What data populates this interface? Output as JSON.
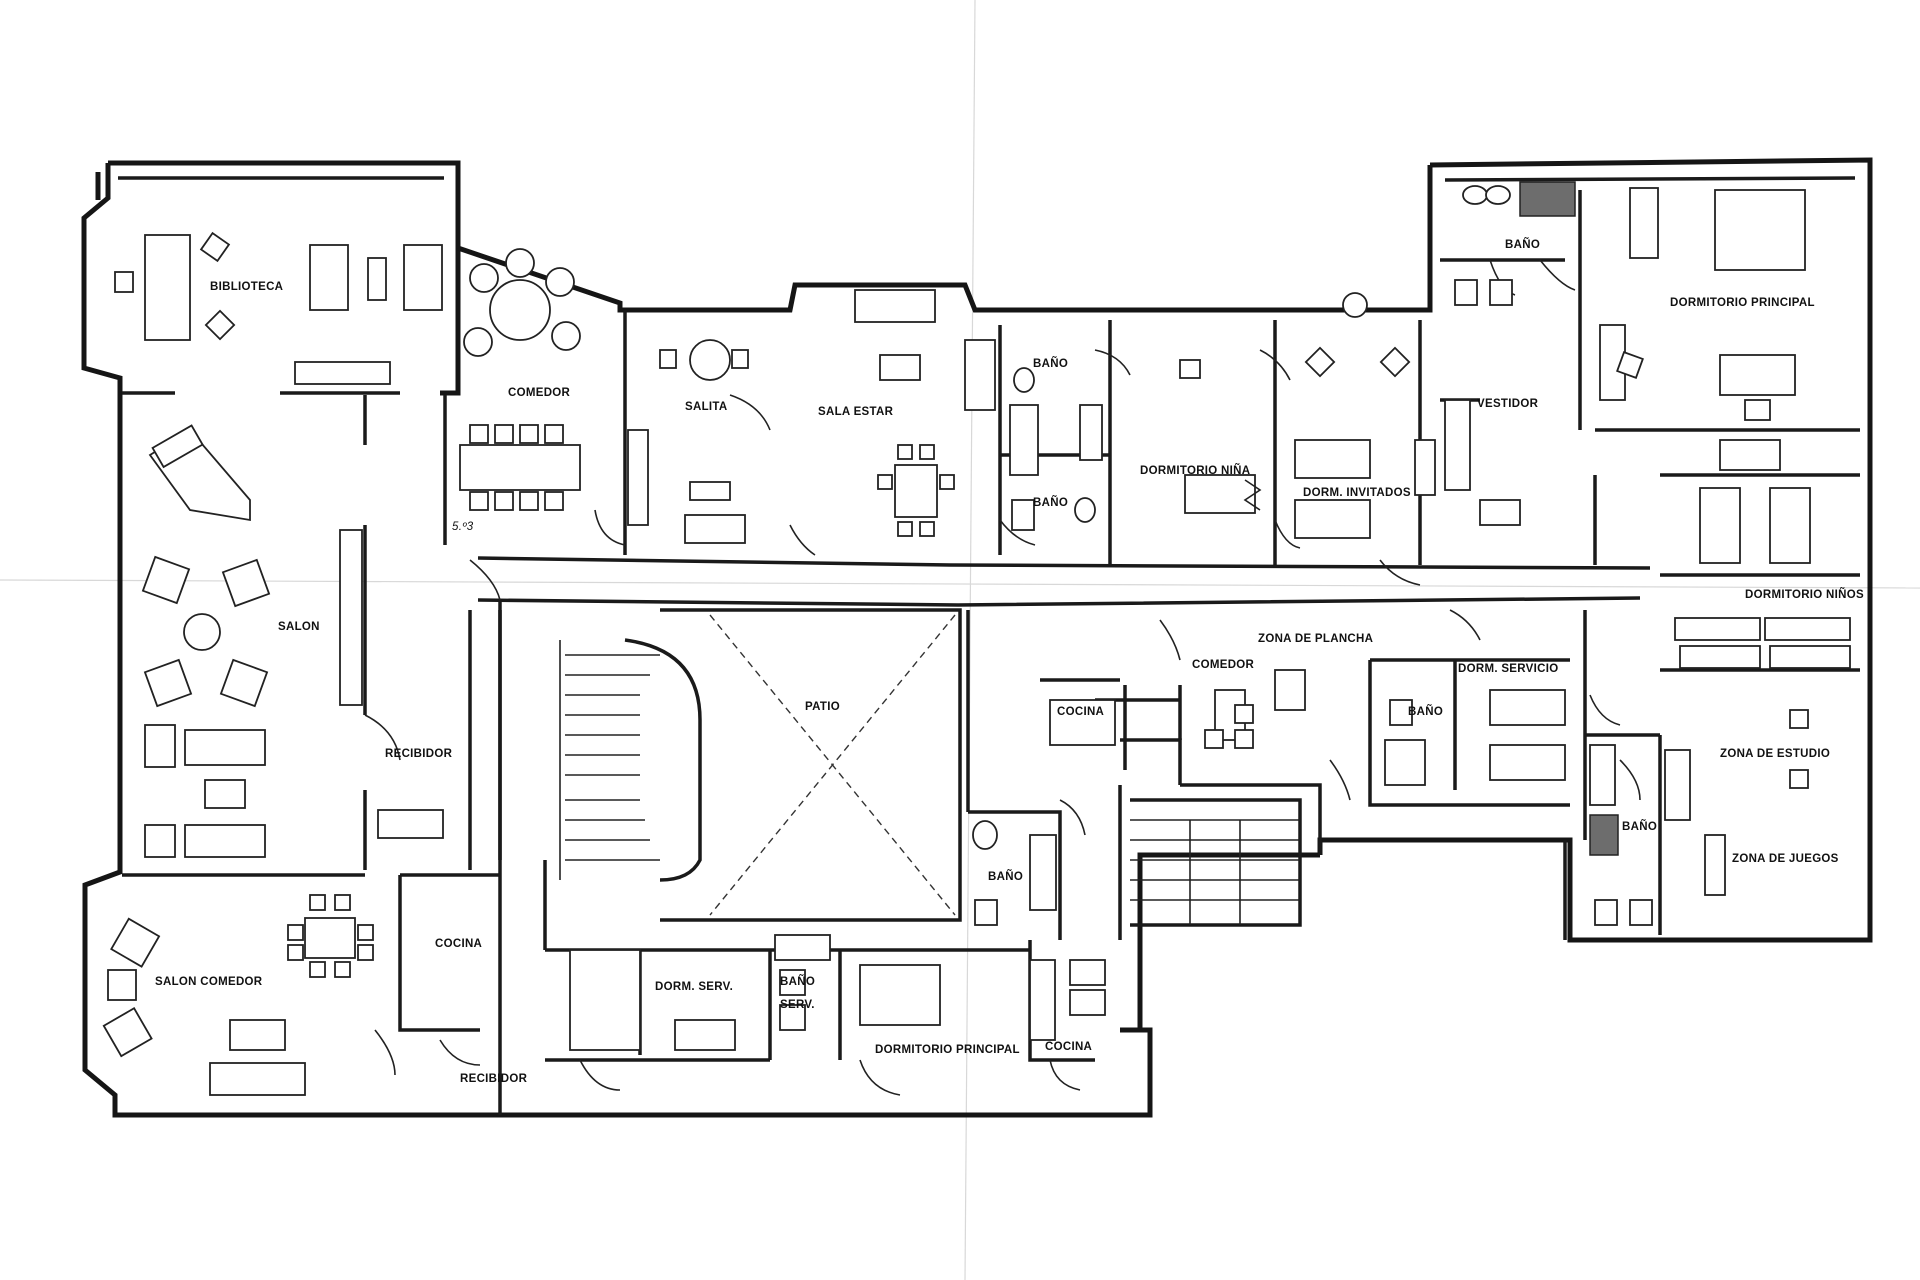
{
  "plan": {
    "rooms": [
      {
        "id": "biblioteca",
        "label": "BIBLIOTECA"
      },
      {
        "id": "comedor-left",
        "label": "COMEDOR"
      },
      {
        "id": "salon",
        "label": "SALON"
      },
      {
        "id": "recibidor-left",
        "label": "RECIBIDOR"
      },
      {
        "id": "salon-comedor",
        "label": "SALON COMEDOR"
      },
      {
        "id": "cocina-left",
        "label": "COCINA"
      },
      {
        "id": "recibidor-bottom",
        "label": "RECIBIDOR"
      },
      {
        "id": "salita",
        "label": "SALITA"
      },
      {
        "id": "sala-estar",
        "label": "SALA ESTAR"
      },
      {
        "id": "patio",
        "label": "PATIO"
      },
      {
        "id": "dorm-serv-bottom",
        "label": "DORM. SERV."
      },
      {
        "id": "bano-serv",
        "label_lines": [
          "BAÑO",
          "SERV."
        ]
      },
      {
        "id": "dormitorio-principal-bottom",
        "label": "DORMITORIO PRINCIPAL"
      },
      {
        "id": "bano-mid-top",
        "label": "BAÑO"
      },
      {
        "id": "bano-mid-bottom",
        "label": "BAÑO"
      },
      {
        "id": "dormitorio-nina",
        "label": "DORMITORIO NIÑA"
      },
      {
        "id": "dorm-invitados",
        "label": "DORM. INVITADOS"
      },
      {
        "id": "zona-plancha",
        "label": "ZONA DE PLANCHA"
      },
      {
        "id": "comedor-right",
        "label": "COMEDOR"
      },
      {
        "id": "cocina-mid",
        "label": "COCINA"
      },
      {
        "id": "bano-patio",
        "label": "BAÑO"
      },
      {
        "id": "cocina-bottom",
        "label": "COCINA"
      },
      {
        "id": "bano-servicio",
        "label": "BAÑO"
      },
      {
        "id": "dorm-servicio",
        "label": "DORM. SERVICIO"
      },
      {
        "id": "bano-top-right",
        "label": "BAÑO"
      },
      {
        "id": "dormitorio-principal-right",
        "label": "DORMITORIO PRINCIPAL"
      },
      {
        "id": "vestidor",
        "label": "VESTIDOR"
      },
      {
        "id": "dormitorio-ninos",
        "label": "DORMITORIO NIÑOS"
      },
      {
        "id": "zona-estudio",
        "label": "ZONA DE ESTUDIO"
      },
      {
        "id": "zona-juegos",
        "label": "ZONA DE JUEGOS"
      },
      {
        "id": "bano-right",
        "label": "BAÑO"
      }
    ],
    "handwritten_note": "5.º3"
  }
}
